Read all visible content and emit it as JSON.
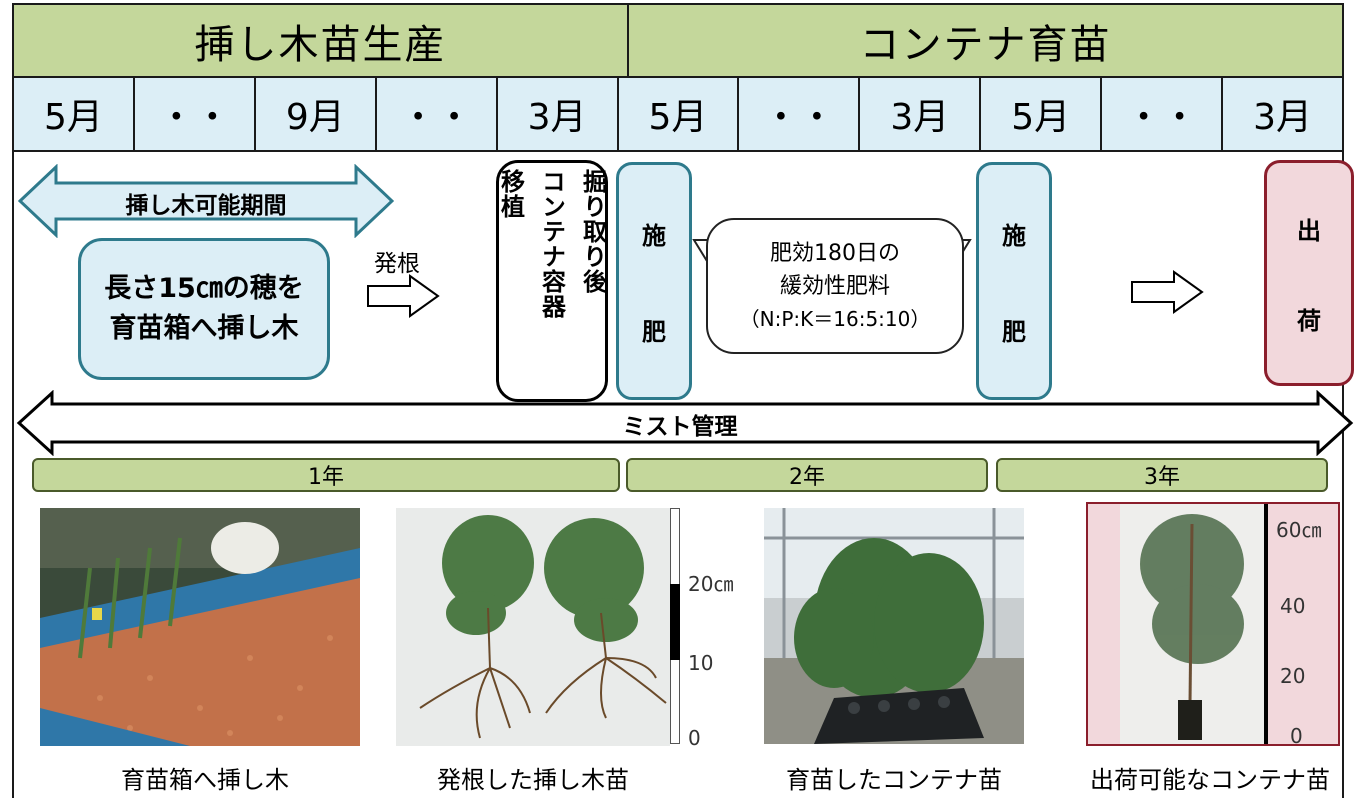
{
  "header": {
    "cutting_production": "挿し木苗生産",
    "container_nursery": "コンテナ育苗"
  },
  "months": [
    "5月",
    "・・",
    "9月",
    "・・",
    "3月",
    "5月",
    "・・",
    "3月",
    "5月",
    "・・",
    "3月"
  ],
  "cutting_period_label": "挿し木可能期間",
  "cutting_box": {
    "line1": "長さ15㎝の穂を",
    "line2": "育苗箱へ挿し木"
  },
  "rooting_label": "発根",
  "transplant_box": {
    "col1": "掘り取り後",
    "col2": "コンテナ容器",
    "col3": "移植"
  },
  "fertilize_box": {
    "top": "施",
    "bottom": "肥"
  },
  "fertilizer_note": {
    "line1": "肥効180日の",
    "line2": "緩効性肥料",
    "line3": "（N:P:K＝16:5:10）"
  },
  "shipping_box": {
    "top": "出",
    "bottom": "荷"
  },
  "mist_label": "ミスト管理",
  "years": [
    "1年",
    "2年",
    "3年"
  ],
  "photo2_scale": {
    "t20": "20㎝",
    "t10": "10",
    "t0": "0"
  },
  "photo4_scale": {
    "t60": "60㎝",
    "t40": "40",
    "t20": "20",
    "t0": "0"
  },
  "captions": [
    "育苗箱へ挿し木",
    "発根した挿し木苗",
    "育苗したコンテナ苗",
    "出荷可能なコンテナ苗"
  ],
  "colors": {
    "header_green": "#c4d79b",
    "month_blue": "#dceef6",
    "box_border_teal": "#2e7a8c",
    "ship_border_red": "#8b1e2c",
    "ship_fill_pink": "#f2d8dc"
  }
}
